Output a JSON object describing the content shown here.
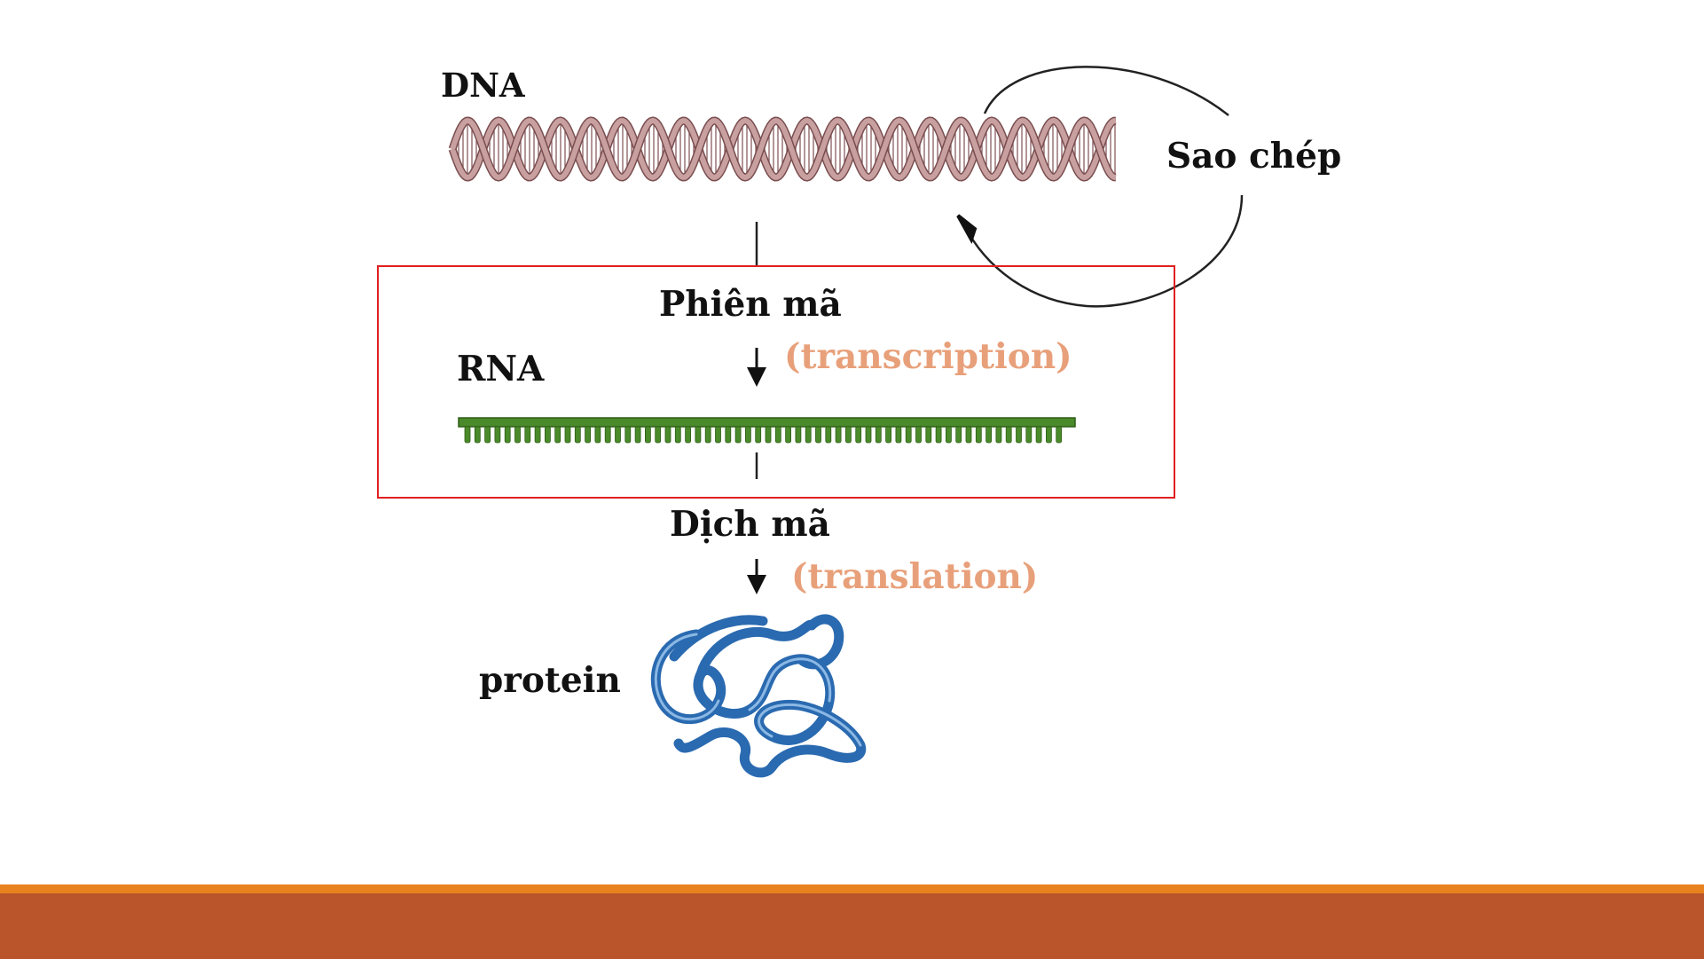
{
  "labels": {
    "dna": "DNA",
    "replication": "Sao chép",
    "transcription_vi": "Phiên mã",
    "transcription_en": "(transcription)",
    "rna": "RNA",
    "translation_vi": "Dịch mã",
    "translation_en": "(translation)",
    "protein": "protein"
  },
  "colors": {
    "dna_strand": "#c9a0a0",
    "rna_strand": "#4a8a2a",
    "protein": "#2a6ab0",
    "highlight": "#e02020",
    "english_label": "#e8a07a",
    "footer": "#b9542b",
    "footer_stripe": "#e8821e"
  }
}
